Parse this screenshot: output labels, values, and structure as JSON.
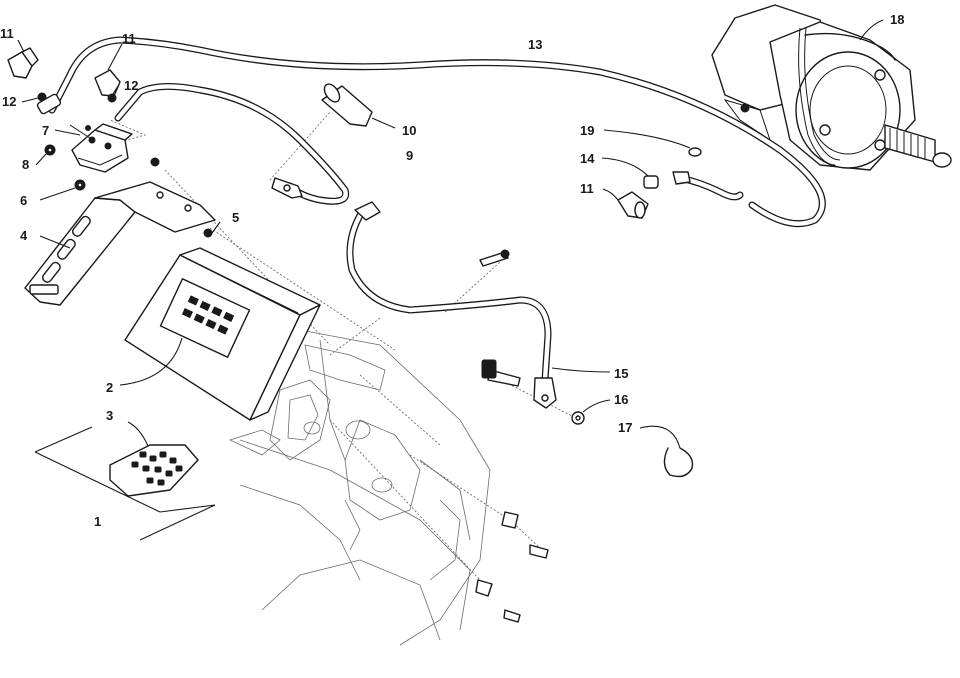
{
  "callouts": {
    "c1": "1",
    "c2": "2",
    "c3": "3",
    "c4": "4",
    "c5": "5",
    "c6": "6",
    "c7": "7",
    "c8": "8",
    "c9": "9",
    "c10": "10",
    "c11a": "11",
    "c11b": "11",
    "c11c": "11",
    "c12a": "12",
    "c12b": "12",
    "c13": "13",
    "c14": "14",
    "c15": "15",
    "c16": "16",
    "c17": "17",
    "c18": "18",
    "c19": "19"
  },
  "colors": {
    "line": "#1a1a1a",
    "background": "#ffffff",
    "ghost": "#6b6b6b"
  }
}
